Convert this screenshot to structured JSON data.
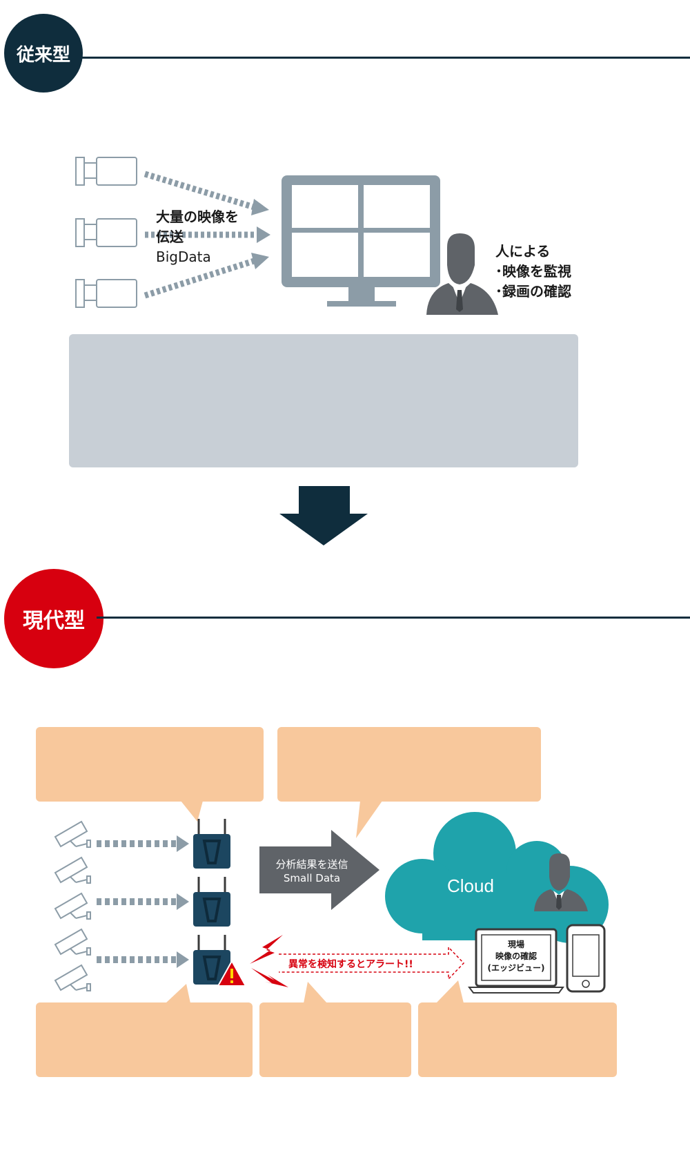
{
  "sections": {
    "legacy": {
      "badge": "従来型",
      "color": "#0f2d3d"
    },
    "modern": {
      "badge": "現代型",
      "color": "#d7000f"
    }
  },
  "legacy": {
    "transfer_lines": [
      "大量の映像を",
      "伝送",
      "BigData"
    ],
    "operator_lines": [
      "人による",
      "･映像を監視",
      "･録画の確認"
    ]
  },
  "modern": {
    "send_lines": [
      "分析結果を送信",
      "Small Data"
    ],
    "cloud_label": "Cloud",
    "alert_text": "異常を検知するとアラート!!",
    "laptop_lines": [
      "現場",
      "映像の確認",
      "(エッジビュー)"
    ]
  },
  "colors": {
    "navy": "#0f2d3d",
    "red": "#d7000f",
    "teal": "#1fa3ab",
    "gray": "#8c9ca7",
    "dark_gray": "#5f6368",
    "peach": "#f8c89c",
    "panel_gray": "#c8cfd6"
  },
  "icons": [
    "video-camera-icon",
    "monitor-icon",
    "operator-icon",
    "security-camera-icon",
    "edge-device-icon",
    "warning-icon",
    "lightning-icon",
    "cloud-icon",
    "laptop-icon",
    "smartphone-icon"
  ]
}
